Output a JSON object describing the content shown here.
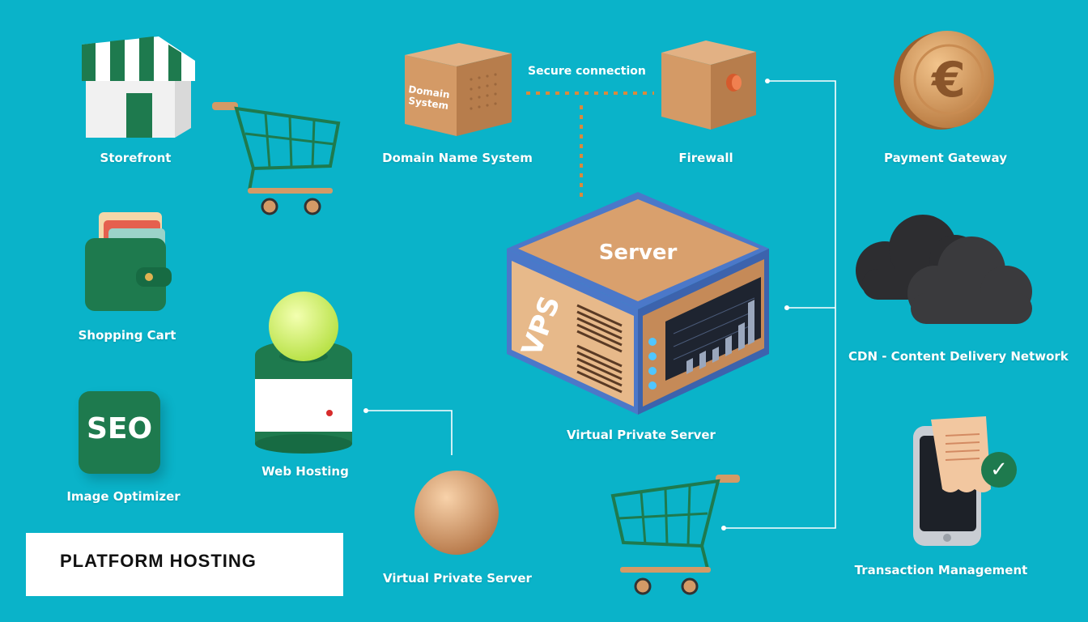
{
  "title": "PLATFORM HOSTING",
  "nodes": {
    "storefront": "Storefront",
    "shopping_cart": "Shopping Cart",
    "image_optimizer": "Image Optimizer",
    "seo_text": "SEO",
    "web_hosting": "Web Hosting",
    "vps_bottom": "Virtual Private Server",
    "dns": "Domain Name System",
    "dns_box_text_1": "Domain",
    "dns_box_text_2": "System",
    "firewall": "Firewall",
    "server_center": "Virtual Private Server",
    "server_top_text": "Server",
    "server_side_text": "VPS",
    "payment": "Payment Gateway",
    "coin_symbol": "€",
    "cdn": "CDN - Content Delivery Network",
    "transaction": "Transaction Management"
  },
  "connection_label": "Secure connection",
  "colors": {
    "background": "#0ab3c9",
    "accent_green": "#1e7a4e",
    "box_tan": "#d49a66",
    "connector_orange": "#d98a3c"
  },
  "icons": [
    "store-icon",
    "cart-icon",
    "wallet-icon",
    "seo-icon",
    "lamp-icon",
    "sphere-icon",
    "box-icon",
    "firewall-icon",
    "server-icon",
    "coin-icon",
    "cloud-icon",
    "phone-icon",
    "check-icon"
  ]
}
